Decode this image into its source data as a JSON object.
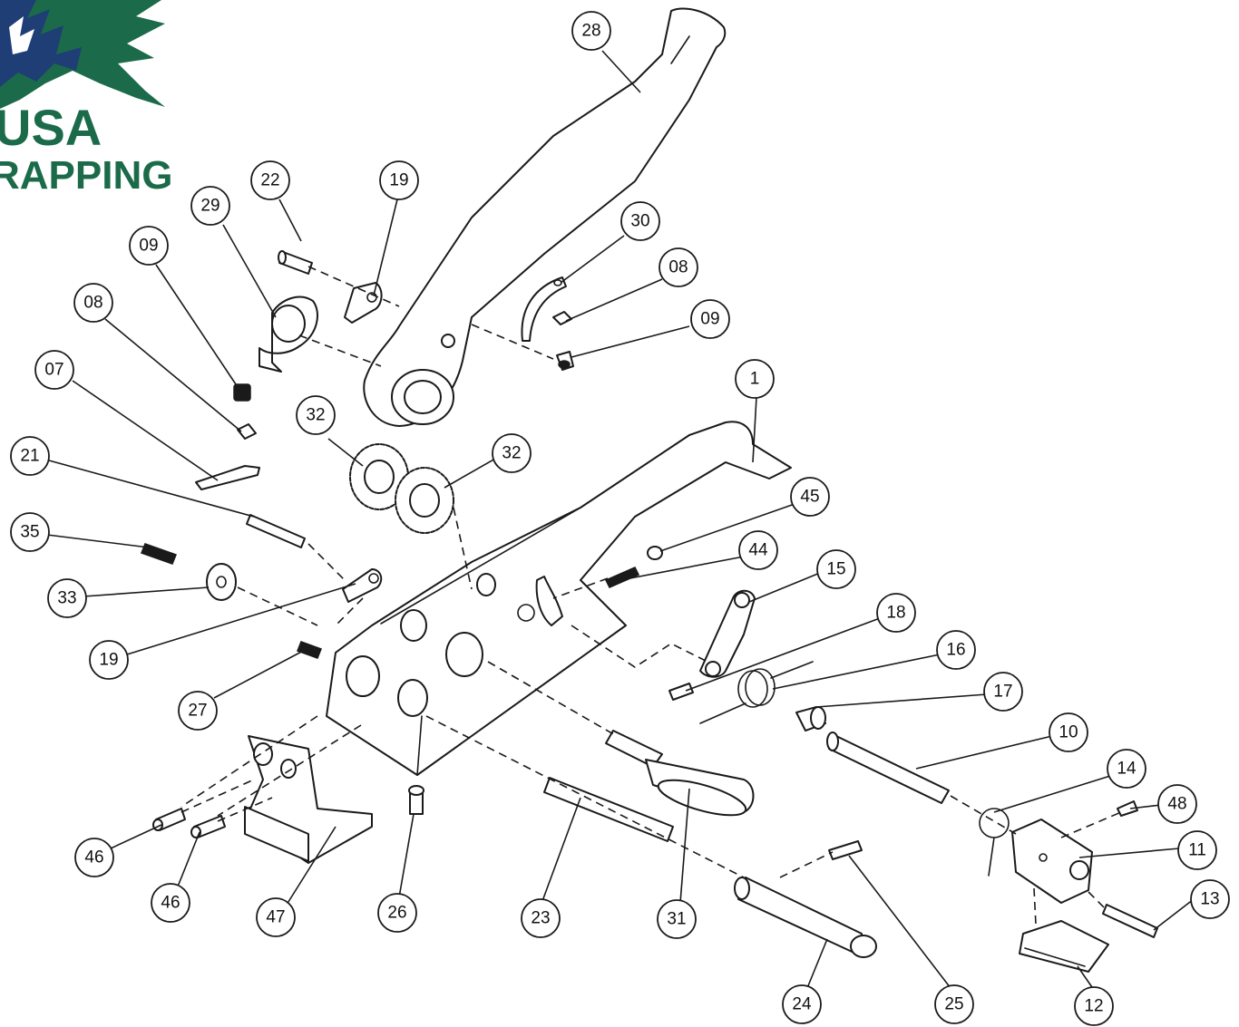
{
  "logo": {
    "line1": "USA",
    "line2": "RAPPING",
    "brand_color": "#1b6b4a",
    "accent_color": "#1f3e75"
  },
  "callouts": [
    {
      "id": "c28a",
      "label": "28"
    },
    {
      "id": "c22",
      "label": "22"
    },
    {
      "id": "c19a",
      "label": "19"
    },
    {
      "id": "c29",
      "label": "29"
    },
    {
      "id": "c30",
      "label": "30"
    },
    {
      "id": "c09a",
      "label": "09"
    },
    {
      "id": "c08a",
      "label": "08"
    },
    {
      "id": "c09b",
      "label": "09"
    },
    {
      "id": "c08b",
      "label": "08"
    },
    {
      "id": "c07",
      "label": "07"
    },
    {
      "id": "c1",
      "label": "1"
    },
    {
      "id": "c32a",
      "label": "32"
    },
    {
      "id": "c32b",
      "label": "32"
    },
    {
      "id": "c21",
      "label": "21"
    },
    {
      "id": "c45",
      "label": "45"
    },
    {
      "id": "c35",
      "label": "35"
    },
    {
      "id": "c44",
      "label": "44"
    },
    {
      "id": "c15",
      "label": "15"
    },
    {
      "id": "c33",
      "label": "33"
    },
    {
      "id": "c18",
      "label": "18"
    },
    {
      "id": "c19b",
      "label": "19"
    },
    {
      "id": "c16",
      "label": "16"
    },
    {
      "id": "c17",
      "label": "17"
    },
    {
      "id": "c27",
      "label": "27"
    },
    {
      "id": "c10",
      "label": "10"
    },
    {
      "id": "c14",
      "label": "14"
    },
    {
      "id": "c48",
      "label": "48"
    },
    {
      "id": "c11",
      "label": "11"
    },
    {
      "id": "c46a",
      "label": "46"
    },
    {
      "id": "c13",
      "label": "13"
    },
    {
      "id": "c46b",
      "label": "46"
    },
    {
      "id": "c47",
      "label": "47"
    },
    {
      "id": "c26",
      "label": "26"
    },
    {
      "id": "c23",
      "label": "23"
    },
    {
      "id": "c31",
      "label": "31"
    },
    {
      "id": "c24",
      "label": "24"
    },
    {
      "id": "c25",
      "label": "25"
    },
    {
      "id": "c12",
      "label": "12"
    }
  ]
}
